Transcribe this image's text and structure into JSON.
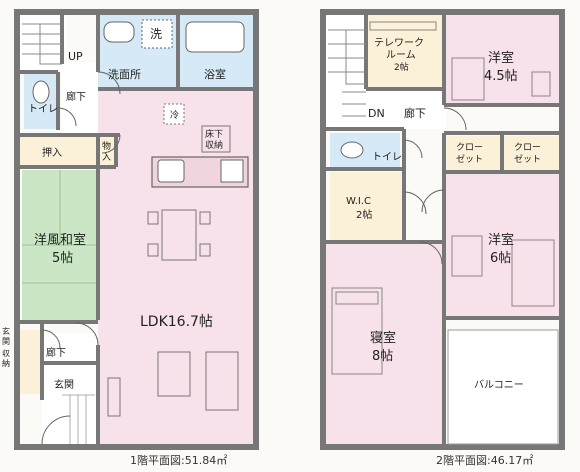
{
  "colors": {
    "wall": "#777777",
    "pink": "#f7e1ea",
    "blue": "#d5e9f6",
    "green": "#cbe6c4",
    "cream": "#fbf1d8",
    "white": "#ffffff",
    "line": "#555555"
  },
  "floor1": {
    "caption": "1階平面図:51.84㎡",
    "rooms": {
      "wash_mark": "洗",
      "dressing": "洗面所",
      "bath": "浴室",
      "up": "UP",
      "toilet": "トイレ",
      "hall": "廊下",
      "fridge": "冷",
      "underfloor_line1": "床下",
      "underfloor_line2": "収納",
      "oshiire": "押入",
      "closet_line1": "物",
      "closet_line2": "入",
      "washitsu": "洋風和室",
      "washitsu_size": "5帖",
      "ldk": "LDK16.7帖",
      "entrance_storage_line1": "玄",
      "entrance_storage_line2": "関",
      "entrance_storage_line3": "収",
      "entrance_storage_line4": "納",
      "hall_entrance": "廊下",
      "genkan": "玄関"
    }
  },
  "floor2": {
    "caption": "2階平面図:46.17㎡",
    "rooms": {
      "telework_line1": "テレワーク",
      "telework_line2": "ルーム",
      "telework_size": "2帖",
      "bedroom_a": "洋室",
      "bedroom_a_size": "4.5帖",
      "dn": "DN",
      "hall": "廊下",
      "toilet": "トイレ",
      "closet_a_line1": "クロー",
      "closet_a_line2": "ゼット",
      "closet_b_line1": "クロー",
      "closet_b_line2": "ゼット",
      "wic": "W.I.C",
      "wic_size": "2帖",
      "bedroom_b": "洋室",
      "bedroom_b_size": "6帖",
      "master": "寝室",
      "master_size": "8帖",
      "balcony": "バルコニー"
    }
  }
}
